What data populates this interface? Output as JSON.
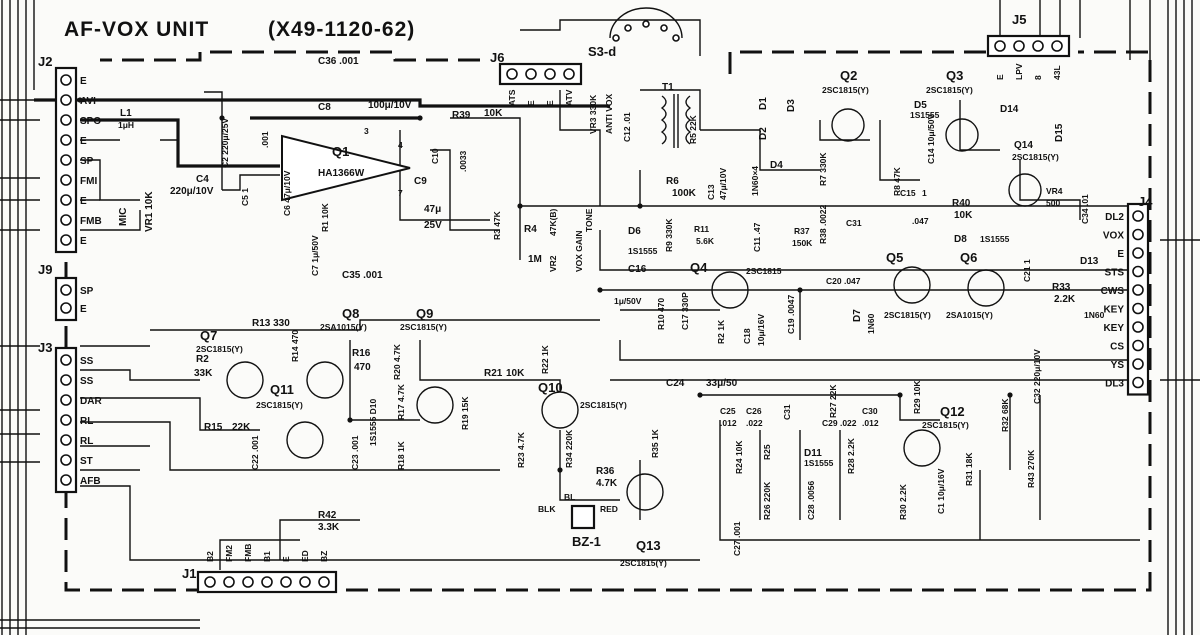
{
  "title": {
    "unit": "AF-VOX UNIT",
    "part": "(X49-1120-62)"
  },
  "connectors": {
    "J1": {
      "name": "J1",
      "pins": [
        "B2",
        "FM2",
        "FMB",
        "B1",
        "E",
        "ED",
        "BZ"
      ]
    },
    "J2": {
      "name": "J2",
      "pins": [
        "E",
        "AVI",
        "SPO",
        "E",
        "SP",
        "FMI",
        "E",
        "FMB",
        "E"
      ]
    },
    "J3": {
      "name": "J3",
      "pins": [
        "SS",
        "SS",
        "DAR",
        "RL",
        "RL",
        "ST",
        "AFB"
      ]
    },
    "J4": {
      "name": "J4",
      "pins": [
        "DL2",
        "VOX",
        "E",
        "STS",
        "CWS",
        "KEY",
        "KEY",
        "CS",
        "YS",
        "DL3"
      ]
    },
    "J5": {
      "name": "J5",
      "pins": [
        "E",
        "LPV",
        "8",
        "43L"
      ]
    },
    "J6": {
      "name": "J6",
      "pins": [
        "ATS",
        "E",
        "E",
        "ATV"
      ]
    },
    "J9": {
      "name": "J9",
      "pins": [
        "SP",
        "E"
      ]
    },
    "S3": {
      "name": "S3-d"
    }
  },
  "transistors": [
    {
      "ref": "Q1",
      "type": "HA1366W"
    },
    {
      "ref": "Q2",
      "type": "2SC1815(Y)"
    },
    {
      "ref": "Q3",
      "type": "2SC1815(Y)"
    },
    {
      "ref": "Q4",
      "type": "2SC1815"
    },
    {
      "ref": "Q5",
      "type": "2SC1815(Y)"
    },
    {
      "ref": "Q6",
      "type": "2SA1015(Y)"
    },
    {
      "ref": "Q7",
      "type": "2SC1815(Y)"
    },
    {
      "ref": "Q8",
      "type": "2SA1015(Y)"
    },
    {
      "ref": "Q9",
      "type": "2SC1815(Y)"
    },
    {
      "ref": "Q10",
      "type": "2SC1815(Y)"
    },
    {
      "ref": "Q11",
      "type": "2SC1815(Y)"
    },
    {
      "ref": "Q12",
      "type": "2SC1815(Y)"
    },
    {
      "ref": "Q13",
      "type": "2SC1815(Y)"
    },
    {
      "ref": "Q14",
      "type": "2SC1815(Y)"
    }
  ],
  "labels": {
    "L1": "L1",
    "L1v": "1μH",
    "VR1": "VR1 10K",
    "mic": "MIC",
    "C36": "C36 .001",
    "C8": "C8",
    "C8v": "100μ/10V",
    "C2": "C2 220μ/25V",
    "C3": ".001",
    "C4": "C4",
    "C4v": "220μ/10V",
    "C5": "C5 1",
    "C6": "C6 47μ/10V",
    "R1": "R1 10K",
    "C7": "C7 1μ/50V",
    "C35": "C35 .001",
    "R39": "R39",
    "R39v": "10K",
    "C10": "C10",
    "C10v": ".0033",
    "C9": "C9",
    "C9v": "47μ",
    "C9v2": "25V",
    "pin3": "3",
    "pin4": "4",
    "pin7": "7",
    "R3": "R3 47K",
    "R4": "R4",
    "R4v": "1M",
    "VR2": "VR2",
    "VR2a": "47K(B)",
    "VR2t": "VOX GAIN",
    "VR2t2": "TONE",
    "VR3": "VR3 330K",
    "VR3t": "ANTI VOX",
    "T1": "T1",
    "C12": "C12 .01",
    "R5": "R5 22K",
    "R6": "R6",
    "R6v": "100K",
    "C13": "C13",
    "C13v": "47μ/10V",
    "D1": "D1",
    "D2": "D2",
    "D3": "D3",
    "D4": "D4",
    "D4v": "1N60×4",
    "R7": "R7 330K",
    "R8": "R8 47K",
    "D5": "D5",
    "D5v": "1S1555",
    "C14": "C14 10μ/50V",
    "C15": "C15",
    "C15v": "1",
    "R40": "R40",
    "R40v": "10K",
    "C047": ".047",
    "D14": "D14",
    "D15": "D15",
    "VR4": "VR4",
    "VR4v": "500",
    "C34": "C34 .01",
    "D6": "D6",
    "D6v": "1S1555",
    "R9": "R9 330K",
    "R11": "R11",
    "R11v": "5.6K",
    "C11": "C11 .47",
    "R37": "R37",
    "R37v": "150K",
    "R38": "R38 .0022",
    "C31": "C31",
    "D8": "D8",
    "D8v": "1S1555",
    "C16": "C16",
    "C16v": "1μ/50V",
    "R10": "R10 470",
    "C17": "C17 330P",
    "C18": "C18",
    "C18v": "10μ/16V",
    "R2a": "R2 1K",
    "C19": "C19 .0047",
    "C20": "C20 .047",
    "D7": "D7",
    "D7v": "1N60",
    "C21": "C21 1",
    "D13": "D13",
    "D13v": "1N60",
    "R33": "R33",
    "R33v": "2.2K",
    "R13": "R13 330",
    "R14": "R14 470",
    "R16": "R16",
    "R16v": "470",
    "R20": "R20 4.7K",
    "R17": "R17 4.7K",
    "R2b": "R2",
    "R2bv": "33K",
    "R15": "R15",
    "R15v": "22K",
    "C22": "C22 .001",
    "C23": "C23 .001",
    "D10": "1S1555 D10",
    "R18": "R18 1K",
    "R19": "R19 15K",
    "R21": "R21",
    "R21v": "10K",
    "R22": "R22 1K",
    "C24": "C24",
    "C24v": "33μ/50",
    "R23": "R23 4.7K",
    "R34": "R34 220K",
    "R35": "R35 1K",
    "R36": "R36",
    "R36v": "4.7K",
    "BL": "BL",
    "BLK": "BLK",
    "RED": "RED",
    "BZ1": "BZ-1",
    "C25": "C25",
    "C25v": ".012",
    "C26": "C26",
    "C26v": ".022",
    "C30": "C30",
    "C30v": ".012",
    "C29": "C29 .022",
    "R27": "R27 22K",
    "C31b": "C31",
    "R29": "R29 10K",
    "R32": "R32 68K",
    "C32": "C32 220μ/10V",
    "R24": "R24 10K",
    "R25": "R25",
    "D11": "D11",
    "D11v": "1S1555",
    "R28": "R28 2.2K",
    "R26": "R26 220K",
    "C28": "C28 .0056",
    "R30": "R30 2.2K",
    "C1": "C1 10μ/16V",
    "R31": "R31 18K",
    "R43": "R43 270K",
    "C27": "C27 .001",
    "R42": "R42",
    "R42v": "3.3K"
  },
  "colors": {
    "ink": "#111111",
    "paper": "#fbfbf9"
  }
}
